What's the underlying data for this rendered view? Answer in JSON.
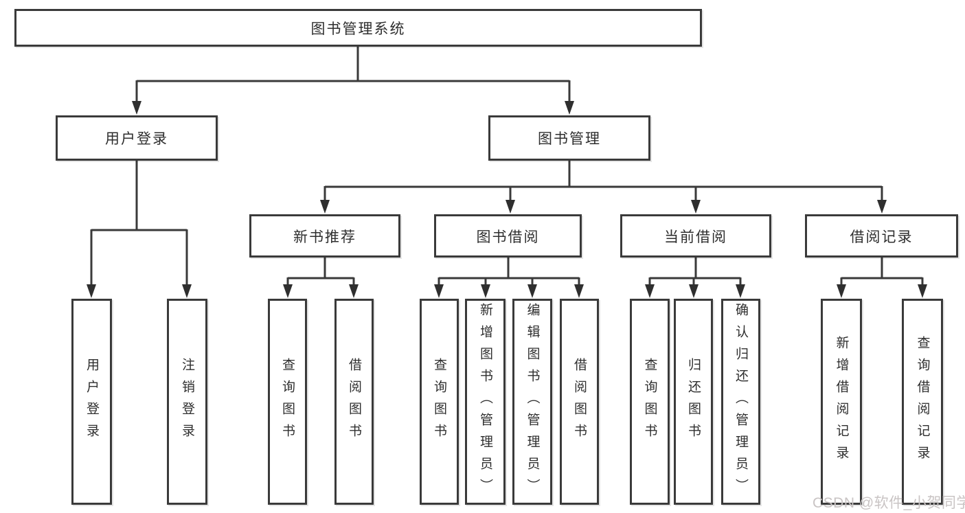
{
  "diagram": {
    "title_node": {
      "label": "图书管理系统"
    },
    "level2": [
      {
        "label": "用户登录"
      },
      {
        "label": "图书管理"
      }
    ],
    "level3": [
      {
        "label": "新书推荐"
      },
      {
        "label": "图书借阅"
      },
      {
        "label": "当前借阅"
      },
      {
        "label": "借阅记录"
      }
    ],
    "leaves": [
      {
        "label": "用户登录",
        "parent": "用户登录"
      },
      {
        "label": "注销登录",
        "parent": "用户登录"
      },
      {
        "label": "查询图书",
        "parent": "新书推荐"
      },
      {
        "label": "借阅图书",
        "parent": "新书推荐"
      },
      {
        "label": "查询图书",
        "parent": "图书借阅"
      },
      {
        "label": "新增图书（管理员）",
        "parent": "图书借阅"
      },
      {
        "label": "编辑图书（管理员）",
        "parent": "图书借阅"
      },
      {
        "label": "借阅图书",
        "parent": "图书借阅"
      },
      {
        "label": "查询图书",
        "parent": "当前借阅"
      },
      {
        "label": "归还图书",
        "parent": "当前借阅"
      },
      {
        "label": "确认归还（管理员）",
        "parent": "当前借阅"
      },
      {
        "label": "新增借阅记录",
        "parent": "借阅记录"
      },
      {
        "label": "查询借阅记录",
        "parent": "借阅记录"
      }
    ],
    "watermark": "CSDN @软件_小贺同学",
    "colors": {
      "line": "#3a3a3a",
      "box_border": "#3a3a3a",
      "text": "#2e2e2e",
      "watermark": "#c9c4c4",
      "background": "#ffffff"
    }
  }
}
